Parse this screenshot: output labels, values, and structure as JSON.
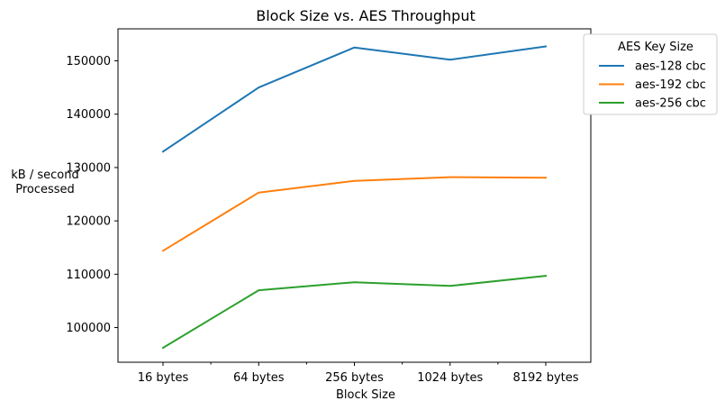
{
  "chart_data": {
    "type": "line",
    "title": "Block Size vs. AES Throughput",
    "xlabel": "Block Size",
    "ylabel_lines": [
      "kB / second",
      "Processed"
    ],
    "categories": [
      "16 bytes",
      "64 bytes",
      "256 bytes",
      "1024 bytes",
      "8192 bytes"
    ],
    "ylim": [
      93500,
      156000
    ],
    "yticks": [
      100000,
      110000,
      120000,
      130000,
      140000,
      150000
    ],
    "grid": false,
    "legend": {
      "title": "AES Key Size",
      "placement": "outside-top-right"
    },
    "series": [
      {
        "name": "aes-128 cbc",
        "color": "#1f77b4",
        "values": [
          133000,
          145000,
          152500,
          150200,
          152700
        ]
      },
      {
        "name": "aes-192 cbc",
        "color": "#ff7f0e",
        "values": [
          114400,
          125300,
          127500,
          128200,
          128100
        ]
      },
      {
        "name": "aes-256 cbc",
        "color": "#2ca02c",
        "values": [
          96200,
          107000,
          108500,
          107800,
          109700
        ]
      }
    ]
  }
}
